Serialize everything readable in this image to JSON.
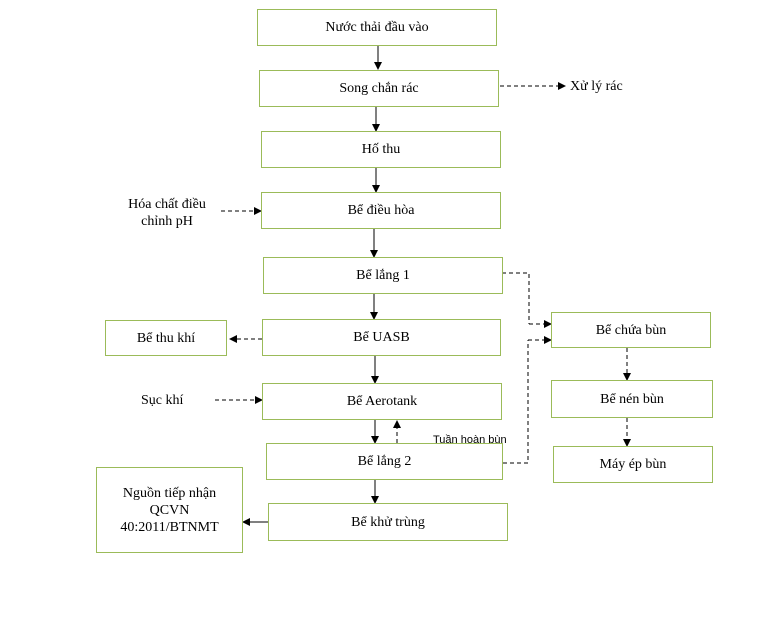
{
  "nodes": {
    "input": "Nước thải đầu vào",
    "screen": "Song chắn rác",
    "sump": "Hố thu",
    "equalization": "Bể điều hòa",
    "settling1": "Bể lắng 1",
    "uasb": "Bể UASB",
    "aerotank": "Bể Aerotank",
    "settling2": "Bể lắng 2",
    "disinfection": "Bể khử trùng",
    "sludge_tank": "Bể chứa bùn",
    "sludge_thickener": "Bể nén bùn",
    "sludge_press": "Máy ép bùn",
    "gas_tank": "Bể thu khí",
    "receiving": [
      "Nguồn tiếp nhận",
      "QCVN",
      "40:2011/BTNMT"
    ]
  },
  "labels": {
    "waste_treatment": "Xử lý rác",
    "chemicals": [
      "Hóa chất điều",
      "chỉnh pH"
    ],
    "aeration": "Sục khí",
    "sludge_recirculation": "Tuần hoàn bùn"
  },
  "colors": {
    "box_border": "#9bbb59",
    "line": "#000000"
  }
}
